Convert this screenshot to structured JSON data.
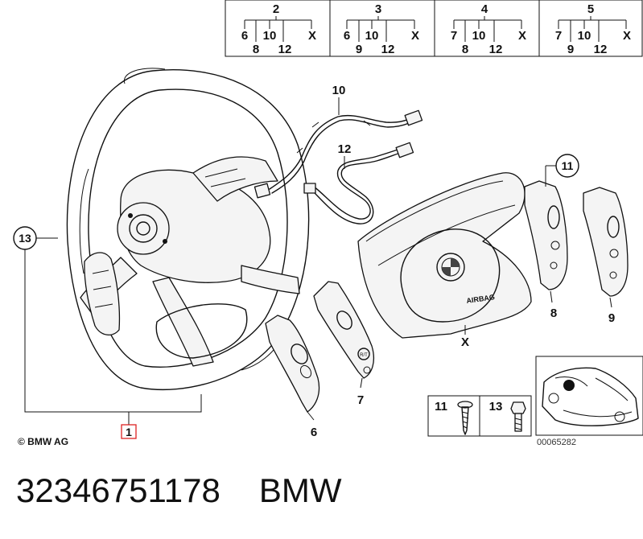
{
  "legend": {
    "groups": [
      {
        "title": "2",
        "top": [
          "6",
          "10",
          "X"
        ],
        "bottom": [
          "8",
          "12"
        ]
      },
      {
        "title": "3",
        "top": [
          "6",
          "10",
          "X"
        ],
        "bottom": [
          "9",
          "12"
        ]
      },
      {
        "title": "4",
        "top": [
          "7",
          "10",
          "X"
        ],
        "bottom": [
          "8",
          "12"
        ]
      },
      {
        "title": "5",
        "top": [
          "7",
          "10",
          "X"
        ],
        "bottom": [
          "9",
          "12"
        ]
      }
    ]
  },
  "callouts": {
    "steering_wheel": "1",
    "wheel_assembly_circle": "13",
    "wiring_harness_top": "10",
    "wiring_harness_coil": "12",
    "right_button_pad_circle": "11",
    "right_pad_a": "8",
    "right_pad_b": "9",
    "left_pad_a": "6",
    "left_pad_b": "7",
    "airbag_module": "X"
  },
  "airbag_text": "AIRBAG",
  "button_labels": {
    "rt": "R/T"
  },
  "fasteners_box": {
    "screw_label": "11",
    "bolt_label": "13"
  },
  "copyright": "© BMW AG",
  "image_number": "00065282",
  "caption": {
    "part_number": "32346751178",
    "brand": "BMW"
  }
}
